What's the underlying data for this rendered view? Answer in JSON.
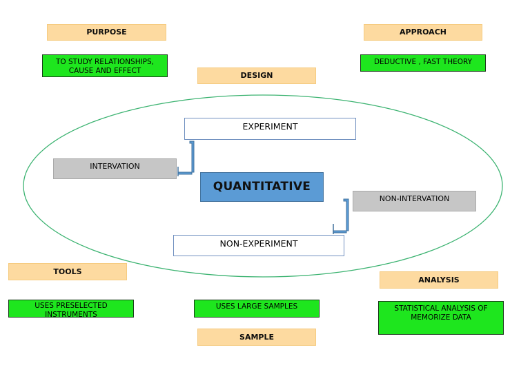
{
  "purpose": {
    "label": "PURPOSE",
    "text": "TO STUDY RELATIONSHIPS, CAUSE AND EFFECT"
  },
  "approach": {
    "label": "APPROACH",
    "text": "DEDUCTIVE , FAST THEORY"
  },
  "design": {
    "label": "DESIGN"
  },
  "center": {
    "label": "QUANTITATIVE"
  },
  "experiment": {
    "label": "EXPERIMENT",
    "branch": "INTERVATION"
  },
  "non_experiment": {
    "label": "NON-EXPERIMENT",
    "branch": "NON-INTERVATION"
  },
  "tools": {
    "label": "TOOLS",
    "text": "USES PRESELECTED INSTRUMENTS"
  },
  "sample": {
    "label": "SAMPLE",
    "text": "USES LARGE SAMPLES"
  },
  "analysis": {
    "label": "ANALYSIS",
    "text": "STATISTICAL ANALYSIS OF MEMORIZE DATA"
  },
  "colors": {
    "label_fill": "#fdd99b",
    "green_fill": "#1ee61e",
    "center_fill": "#5b9bd5",
    "connector": "#5b9bd5",
    "ellipse": "#3cb371"
  }
}
